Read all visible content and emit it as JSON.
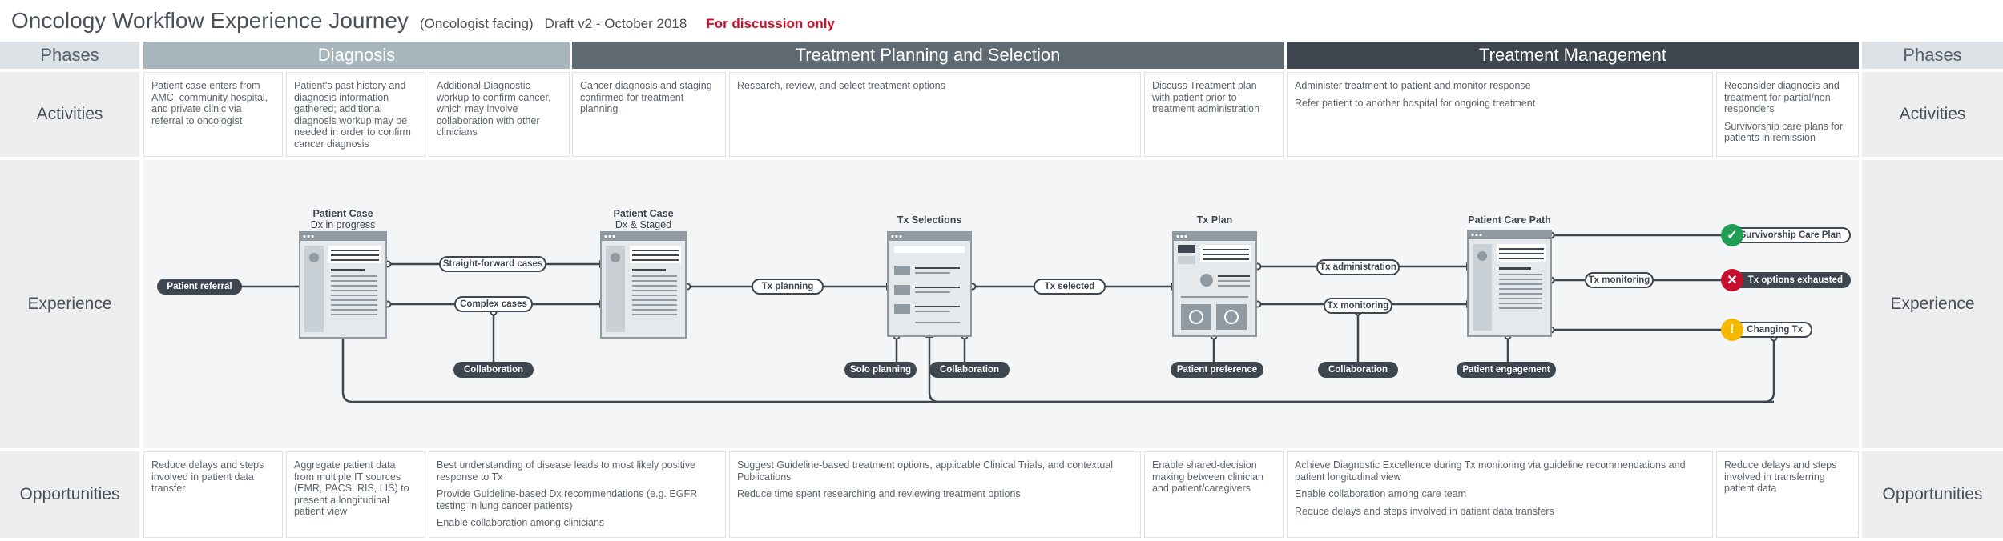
{
  "header": {
    "title": "Oncology Workflow Experience Journey",
    "subtitle": "(Oncologist facing)",
    "draft": "Draft v2 - October 2018",
    "flag": "For discussion only"
  },
  "phases": {
    "side_label": "Phases",
    "diagnosis": "Diagnosis",
    "planning": "Treatment Planning and Selection",
    "management": "Treatment Management"
  },
  "row_labels": {
    "activities": "Activities",
    "experience": "Experience",
    "opportunities": "Opportunities"
  },
  "activities": [
    [
      "Patient case enters from AMC, community hospital, and private clinic via referral to oncologist"
    ],
    [
      "Patient's past history and diagnosis information gathered; additional diagnosis workup may be needed in order to confirm cancer diagnosis"
    ],
    [
      "Additional Diagnostic workup to confirm cancer, which may involve collaboration with other clinicians"
    ],
    [
      "Cancer diagnosis and staging confirmed for treatment planning"
    ],
    [
      "Research, review, and select treatment options"
    ],
    [
      "Discuss Treatment plan with patient prior to treatment administration"
    ],
    [
      "Administer treatment to patient and monitor response",
      "Refer patient to another hospital for ongoing treatment"
    ],
    [
      "Reconsider diagnosis and treatment for partial/non-responders",
      "Survivorship care plans for patients in remission"
    ]
  ],
  "opportunities": [
    [
      "Reduce delays and steps involved in patient data transfer"
    ],
    [
      "Aggregate patient data from multiple IT sources (EMR, PACS, RIS, LIS) to present a longitudinal patient view"
    ],
    [
      "Best understanding of disease leads to most likely positive response to Tx",
      "Provide Guideline-based Dx recommendations (e.g. EGFR testing in lung cancer patients)",
      "Enable collaboration among clinicians"
    ],
    [
      "Suggest Guideline-based treatment options, applicable Clinical Trials, and contextual Publications",
      "Reduce time spent researching and reviewing treatment options"
    ],
    [
      "Enable shared-decision making between clinician and patient/caregivers"
    ],
    [
      "Achieve Diagnostic Excellence during Tx monitoring via guideline recommendations and patient longitudinal view",
      "Enable collaboration among care team",
      "Reduce delays and steps involved in patient data transfers"
    ],
    [
      "Reduce delays and steps involved in transferring patient data"
    ]
  ],
  "nodes": {
    "patient_case_1": {
      "title": "Patient Case",
      "sub": "Dx in progress"
    },
    "patient_case_2": {
      "title": "Patient Case",
      "sub": "Dx & Staged"
    },
    "tx_selections": {
      "title": "Tx Selections"
    },
    "tx_plan": {
      "title": "Tx Plan"
    },
    "care_path": {
      "title": "Patient Care Path"
    }
  },
  "pills": {
    "patient_referral": "Patient referral",
    "straight_forward": "Straight-forward cases",
    "complex": "Complex cases",
    "collaboration": "Collaboration",
    "tx_planning": "Tx planning",
    "solo_planning": "Solo planning",
    "tx_selected": "Tx selected",
    "patient_preference": "Patient preference",
    "tx_administration": "Tx administration",
    "tx_monitoring": "Tx monitoring",
    "patient_engagement": "Patient engagement"
  },
  "outcomes": {
    "survivorship": "Survivorship Care Plan",
    "exhausted": "Tx options exhausted",
    "changing": "Changing Tx"
  },
  "icons": {
    "check": "check-icon",
    "close": "close-icon",
    "warning": "warning-icon"
  },
  "colors": {
    "success": "#1f9d55",
    "danger": "#c8102e",
    "warning": "#f5b800",
    "dark": "#3e4650",
    "flag": "#c8102e"
  }
}
